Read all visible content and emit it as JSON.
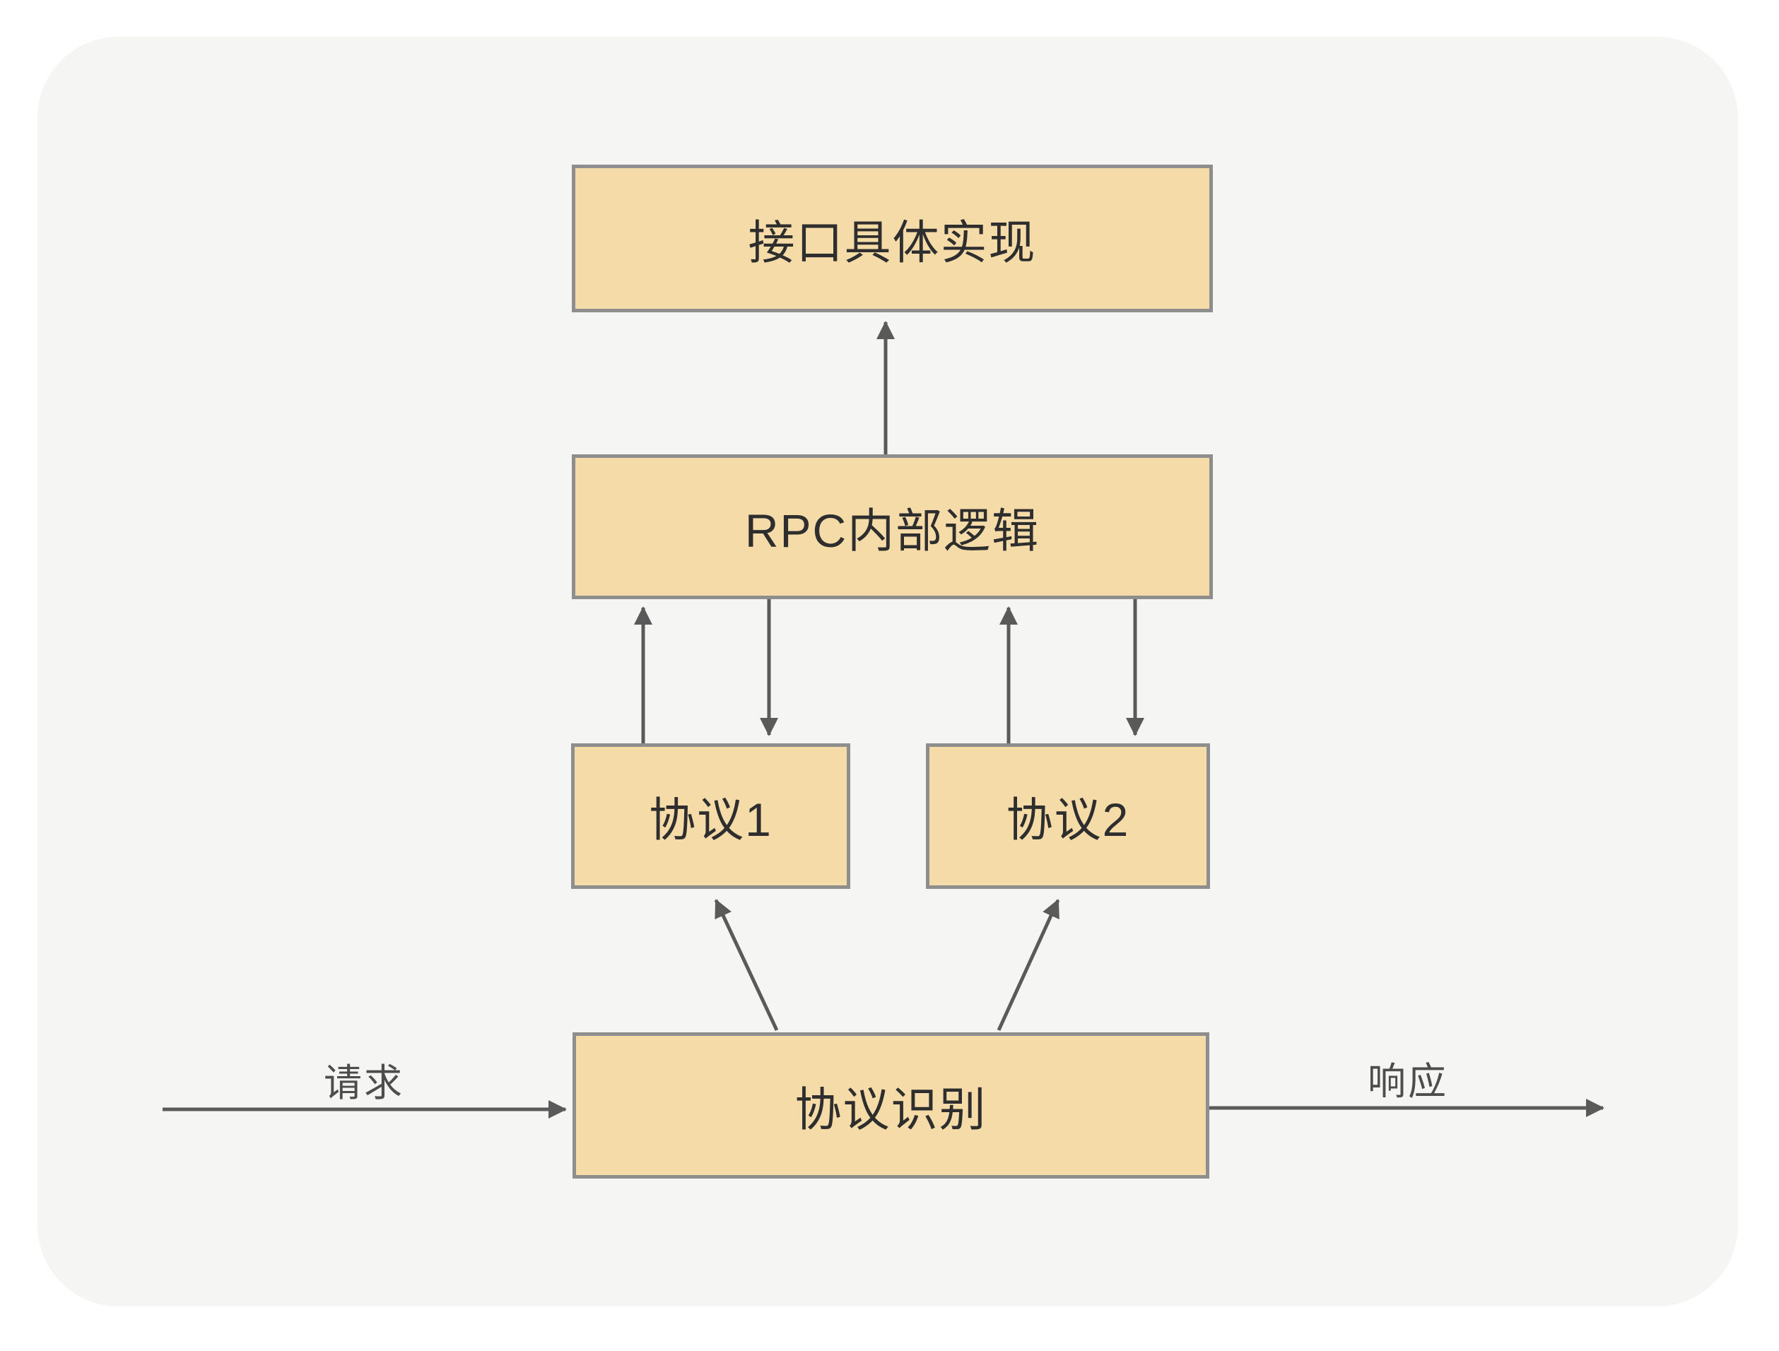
{
  "diagram": {
    "nodes": {
      "impl": {
        "label": "接口具体实现"
      },
      "rpc": {
        "label": "RPC内部逻辑"
      },
      "protocol1": {
        "label": "协议1"
      },
      "protocol2": {
        "label": "协议2"
      },
      "recognition": {
        "label": "协议识别"
      }
    },
    "flow_labels": {
      "request": "请求",
      "response": "响应"
    },
    "edges": [
      {
        "from": "impl",
        "to": "rpc",
        "type": "bidirectional-vertical"
      },
      {
        "from": "protocol1",
        "to": "rpc",
        "type": "arrow-up"
      },
      {
        "from": "rpc",
        "to": "protocol1",
        "type": "arrow-down"
      },
      {
        "from": "protocol2",
        "to": "rpc",
        "type": "arrow-up"
      },
      {
        "from": "rpc",
        "to": "protocol2",
        "type": "arrow-down"
      },
      {
        "from": "recognition",
        "to": "protocol1",
        "type": "arrow-diagonal-up"
      },
      {
        "from": "recognition",
        "to": "protocol2",
        "type": "arrow-diagonal-up"
      },
      {
        "from": "request",
        "to": "recognition",
        "type": "arrow-in"
      },
      {
        "from": "recognition",
        "to": "response",
        "type": "arrow-out"
      }
    ],
    "colors": {
      "page_bg": "#FFFFFF",
      "canvas_bg": "#F5F5F4",
      "node_fill": "#F5DBA7",
      "node_border": "#8E8E8E",
      "node_text": "#2E2E2E",
      "arrow": "#5A5A5A",
      "edge_label_text": "#4D4D4D"
    }
  }
}
